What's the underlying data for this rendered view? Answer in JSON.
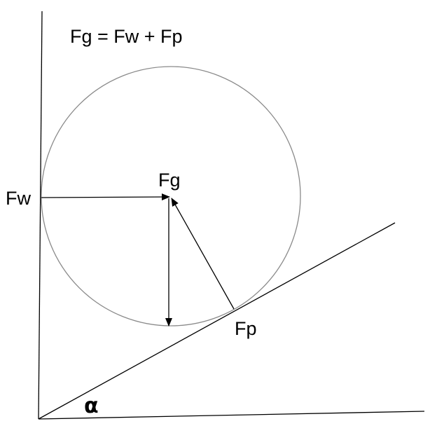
{
  "diagram": {
    "equation": "Fg = Fw + Fp",
    "labels": {
      "fg": "Fg",
      "fw": "Fw",
      "fp": "Fp",
      "angle": "α"
    },
    "colors": {
      "lines": "#000000",
      "circle": "#8a8a8a",
      "background": "#ffffff"
    }
  }
}
